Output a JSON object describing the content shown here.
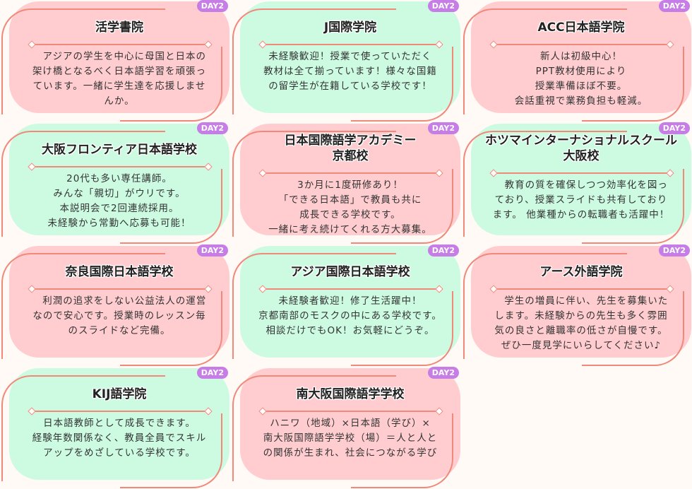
{
  "badge_label": "DAY2",
  "colors": {
    "pink": "#ffcdd0",
    "mint": "#ccfbe2",
    "line": "#f0897a",
    "badge": "#c77de6"
  },
  "cards": [
    {
      "theme": "pink",
      "title": [
        "活学書院"
      ],
      "body": [
        "　アジアの学生を中心に母国と日本の",
        "架け橋となるべく日本語学習を頑張っ",
        "ています。一緒に学生達を応援しませ",
        "んか。"
      ]
    },
    {
      "theme": "mint",
      "title": [
        "J国際学院"
      ],
      "body": [
        "未経験歓迎！授業で使っていただく",
        "教材は全て揃っています！様々な国籍",
        "の留学生が在籍している学校です！"
      ]
    },
    {
      "theme": "pink",
      "title": [
        "ACC日本語学院"
      ],
      "body": [
        "新人は初級中心！",
        "PPT教材使用により",
        "授業準備ほぼ不要。",
        "会話重視で業務負担も軽減。"
      ]
    },
    {
      "theme": "mint",
      "title": [
        "大阪フロンティア日本語学校"
      ],
      "body": [
        "20代も多い専任講師。",
        "みんな「親切」がウリです。",
        "本説明会で2回連続採用。",
        "未経験から常勤へ応募も可能！"
      ]
    },
    {
      "theme": "pink",
      "title": [
        "日本国際語学アカデミー",
        "京都校"
      ],
      "body": [
        "3か月に1度研修あり！",
        "「できる日本語」で教員も共に",
        "成長できる学校です。",
        "一緒に考え続けてくれる方大募集。"
      ]
    },
    {
      "theme": "mint",
      "title": [
        "ホツマインターナショナルスクール",
        "大阪校"
      ],
      "body": [
        "　教育の質を確保しつつ効率化を図っ",
        "ており、授業スライドも共有しており",
        "ます。 他業種からの転職者も活躍中！"
      ]
    },
    {
      "theme": "pink",
      "title": [
        "奈良国際日本語学校"
      ],
      "body": [
        "　利潤の追求をしない公益法人の運営",
        "なので安心です。授業時のレッスン毎",
        "のスライドなど完備。"
      ]
    },
    {
      "theme": "mint",
      "title": [
        "アジア国際日本語学校"
      ],
      "body": [
        "未経験者歓迎！修了生活躍中！",
        "京都南部のモスクの中にある学校です。",
        "相談だけでもOK！お気軽にどうぞ。"
      ]
    },
    {
      "theme": "pink",
      "title": [
        "アース外語学院"
      ],
      "body": [
        "　学生の増員に伴い、先生を募集いた",
        "します。未経験からの先生も多く雰囲",
        "気の良さと離職率の低さが自慢です。",
        "ぜひ一度見学にいらしてください♪"
      ]
    },
    {
      "theme": "mint",
      "title": [
        "KIJ語学院"
      ],
      "body": [
        "日本語教師として成長できます。",
        "経験年数関係なく、教員全員でスキル",
        "アップをめざしている学校です。"
      ]
    },
    {
      "theme": "pink",
      "title": [
        "南大阪国際語学学校"
      ],
      "body": [
        "ハニワ（地域）×日本語（学び）×",
        "南大阪国際語学学校（場）＝人と人と",
        "の関係が生まれ、社会につながる学び"
      ]
    }
  ]
}
